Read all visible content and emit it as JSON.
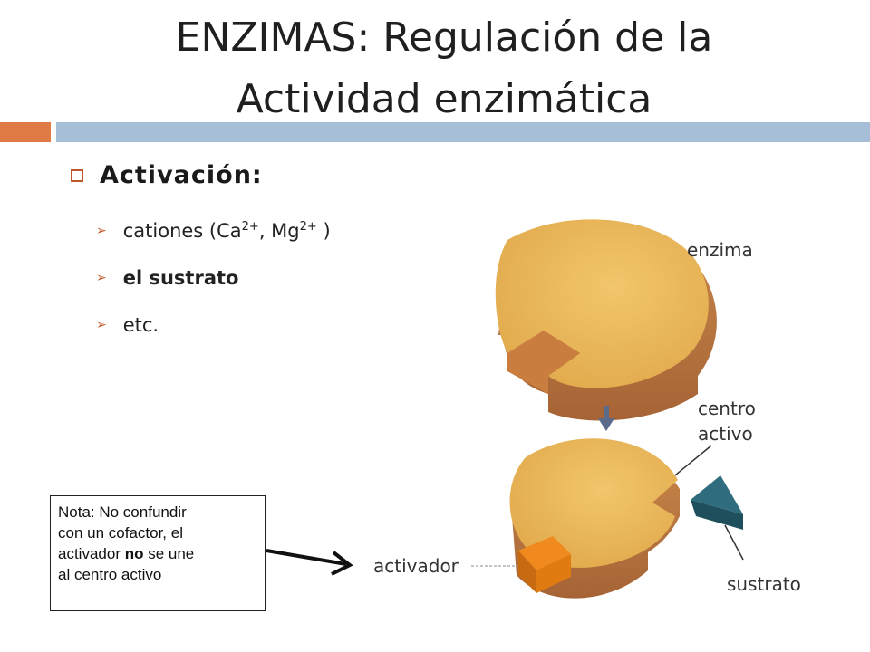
{
  "slide": {
    "title_line1": "ENZIMAS: Regulación de la",
    "title_line2": "Actividad enzimática",
    "accent_color": "#e07b46",
    "bar_color": "#a7bfd6"
  },
  "bullets": {
    "main": "Activación:",
    "sub1_prefix": "cationes (Ca",
    "sub1_sup1": "2+",
    "sub1_mid": ", Mg",
    "sub1_sup2": "2+",
    "sub1_suffix": " )",
    "sub2": "el sustrato",
    "sub3": "etc."
  },
  "diagram": {
    "label_enzima": "enzima",
    "label_centro": "centro",
    "label_activo": "activo",
    "label_activador": "activador",
    "label_sustrato": "sustrato"
  },
  "note": {
    "line1": "Nota: No confundir",
    "line2": "con  un cofactor, el",
    "line3_pre": "activador ",
    "line3_bold": "no",
    "line3_post": " se une",
    "line4": "al centro activo"
  }
}
